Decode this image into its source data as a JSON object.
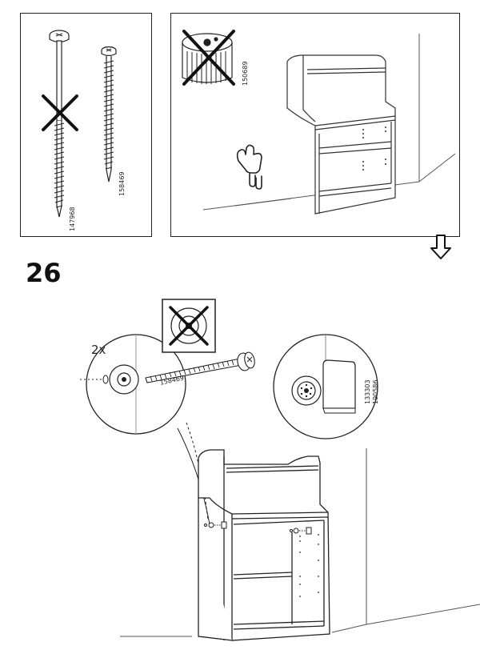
{
  "top_left_panel": {
    "screw_long_part": "147968",
    "screw_short_part": "158469"
  },
  "top_right_panel": {
    "plug_part": "150689"
  },
  "step": {
    "number": "26",
    "quantity": "2x",
    "screw_part": "158469",
    "detail_part_a": "133303",
    "detail_part_b": "190586"
  },
  "icons": {
    "next_page": "arrow-down-outline-icon",
    "not_allowed": "cross-icon"
  }
}
